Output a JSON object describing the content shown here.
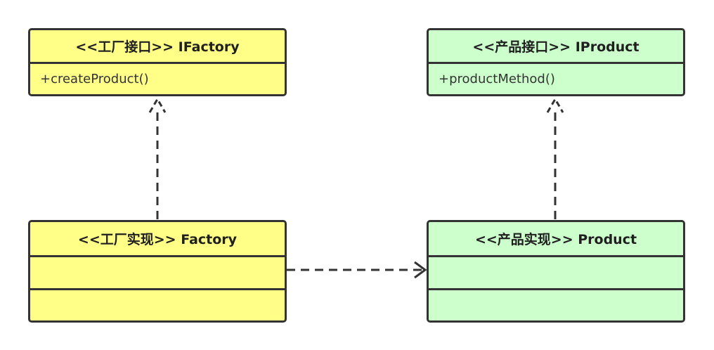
{
  "colors": {
    "factory_fill": "#ffff88",
    "product_fill": "#ccffcc",
    "stroke": "#333333"
  },
  "ifactory": {
    "title": "<<工厂接口>> IFactory",
    "method": "+createProduct()"
  },
  "iproduct": {
    "title": "<<产品接口>> IProduct",
    "method": "+productMethod()"
  },
  "factory": {
    "title": "<<工厂实现>> Factory",
    "attributes": "",
    "methods": ""
  },
  "product": {
    "title": "<<产品实现>> Product",
    "attributes": "",
    "methods": ""
  },
  "relations": [
    {
      "type": "realization",
      "from": "factory",
      "to": "ifactory"
    },
    {
      "type": "realization",
      "from": "product",
      "to": "iproduct"
    },
    {
      "type": "dependency",
      "from": "factory",
      "to": "product"
    }
  ]
}
